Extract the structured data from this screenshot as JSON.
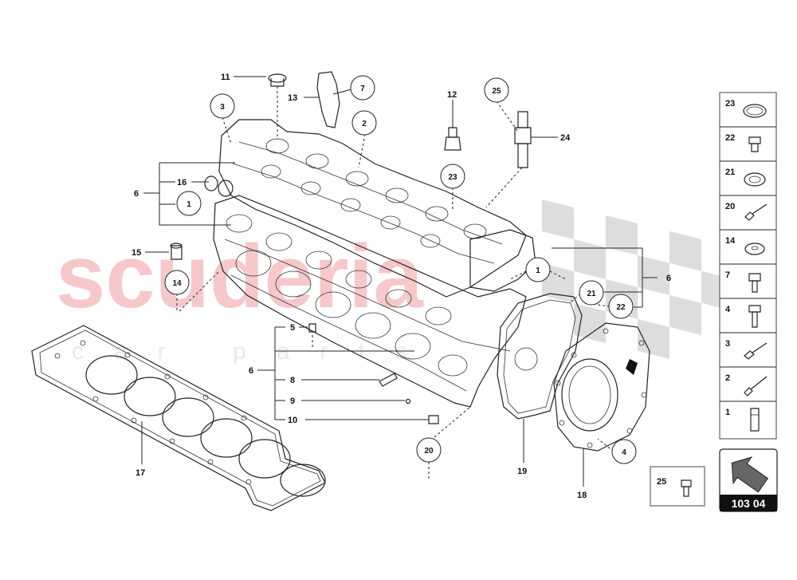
{
  "watermark": {
    "brand": "scuderia",
    "sub": "car parts"
  },
  "callouts": {
    "c1a": "1",
    "c1b": "1",
    "c2": "2",
    "c3": "3",
    "c4": "4",
    "c7": "7",
    "c14": "14",
    "c20": "20",
    "c21": "21",
    "c22": "22",
    "c23": "23",
    "c25": "25"
  },
  "labels": {
    "l5": "5",
    "l6a": "6",
    "l6b": "6",
    "l6c": "6",
    "l8": "8",
    "l9": "9",
    "l10": "10",
    "l11": "11",
    "l12": "12",
    "l13": "13",
    "l15": "15",
    "l16": "16",
    "l17": "17",
    "l18": "18",
    "l19": "19",
    "l24": "24"
  },
  "legend": {
    "items": [
      {
        "num": "23",
        "icon": "sealing-ring-icon"
      },
      {
        "num": "22",
        "icon": "screw-plug-icon"
      },
      {
        "num": "21",
        "icon": "seal-ring-icon"
      },
      {
        "num": "20",
        "icon": "long-bolt-icon"
      },
      {
        "num": "14",
        "icon": "washer-icon"
      },
      {
        "num": "7",
        "icon": "socket-bolt-icon"
      },
      {
        "num": "4",
        "icon": "hex-bolt-icon"
      },
      {
        "num": "3",
        "icon": "flange-bolt-icon"
      },
      {
        "num": "2",
        "icon": "stud-icon"
      },
      {
        "num": "1",
        "icon": "dowel-sleeve-icon"
      }
    ],
    "extra": {
      "num": "25",
      "icon": "small-bolt-icon"
    }
  },
  "reference": {
    "code": "103 04"
  }
}
